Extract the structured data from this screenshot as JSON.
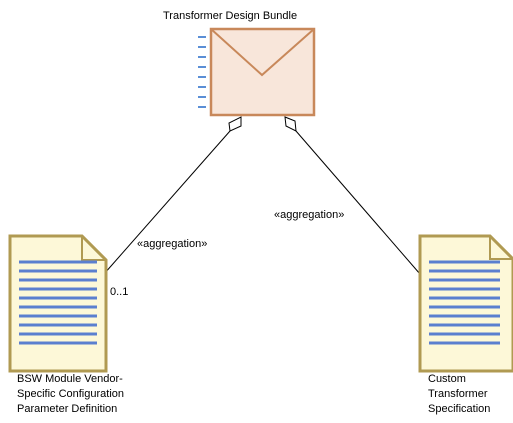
{
  "bundle": {
    "title": "Transformer Design Bundle",
    "fill": "#f8e6da",
    "stroke": "#c8885a"
  },
  "documents": {
    "left": {
      "lines": [
        "BSW Module Vendor-",
        "Specific Configuration",
        "Parameter Definition"
      ],
      "multiplicity": "0..1"
    },
    "right": {
      "lines": [
        "Custom",
        "Transformer",
        "Specification"
      ]
    },
    "fill": "#fdf8d8",
    "stroke": "#b09a52",
    "text_line_color": "#5b7fcf"
  },
  "connectors": {
    "left_stereotype": "«aggregation»",
    "right_stereotype": "«aggregation»"
  }
}
